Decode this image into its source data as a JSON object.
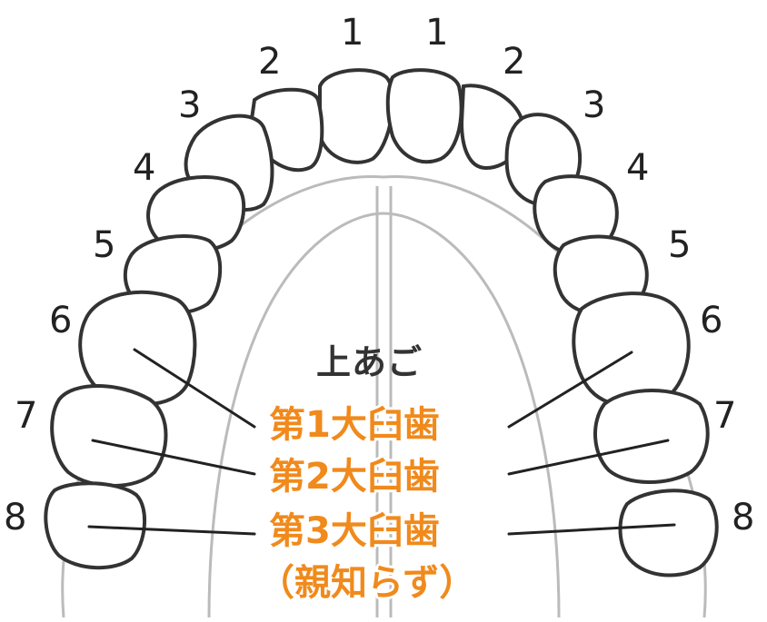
{
  "jaw_label": "上あご",
  "tooth_numbers": {
    "left": [
      "1",
      "2",
      "3",
      "4",
      "5",
      "6",
      "7",
      "8"
    ],
    "right": [
      "1",
      "2",
      "3",
      "4",
      "5",
      "6",
      "7",
      "8"
    ]
  },
  "molar_labels": {
    "first": "第1大臼歯",
    "second": "第2大臼歯",
    "third": "第3大臼歯",
    "third_note": "（親知らず）"
  },
  "colors": {
    "accent": "#f08a1c",
    "line": "#222222",
    "outline": "#333333",
    "palate": "#bbbbbb"
  }
}
